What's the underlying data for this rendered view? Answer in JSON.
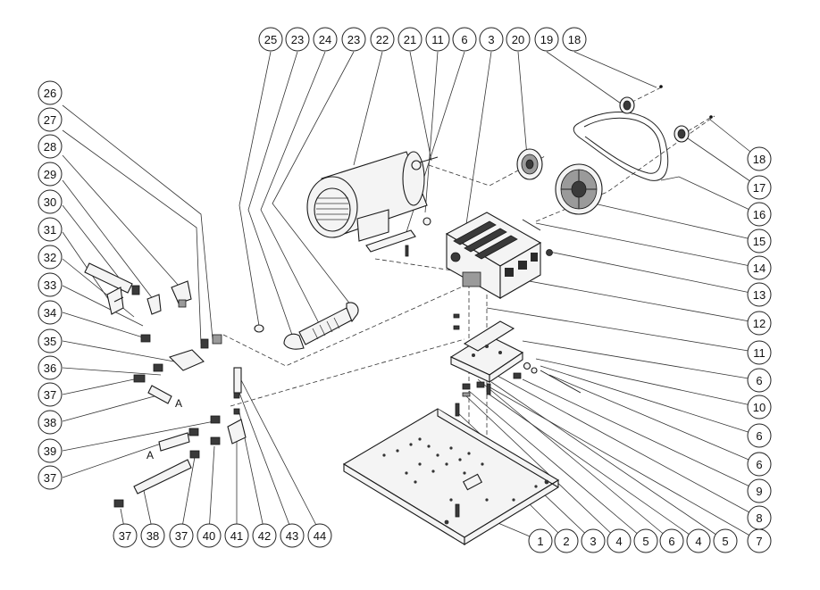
{
  "diagram": {
    "labels": [
      "25",
      "23",
      "24",
      "23",
      "22",
      "21",
      "11",
      "6",
      "3",
      "20",
      "19",
      "18",
      "26",
      "27",
      "28",
      "29",
      "30",
      "31",
      "32",
      "33",
      "34",
      "35",
      "36",
      "37",
      "38",
      "39",
      "37",
      "18",
      "17",
      "16",
      "15",
      "14",
      "13",
      "12",
      "11",
      "6",
      "10",
      "6",
      "6",
      "9",
      "8",
      "7",
      "37",
      "38",
      "37",
      "40",
      "41",
      "42",
      "43",
      "44",
      "1",
      "2",
      "3",
      "4",
      "5",
      "6",
      "4",
      "5"
    ],
    "connector_letters": [
      "A",
      "A"
    ],
    "colors": {
      "ink": "#222222",
      "paper": "#ffffff",
      "shade": "#3a3a3a"
    }
  }
}
